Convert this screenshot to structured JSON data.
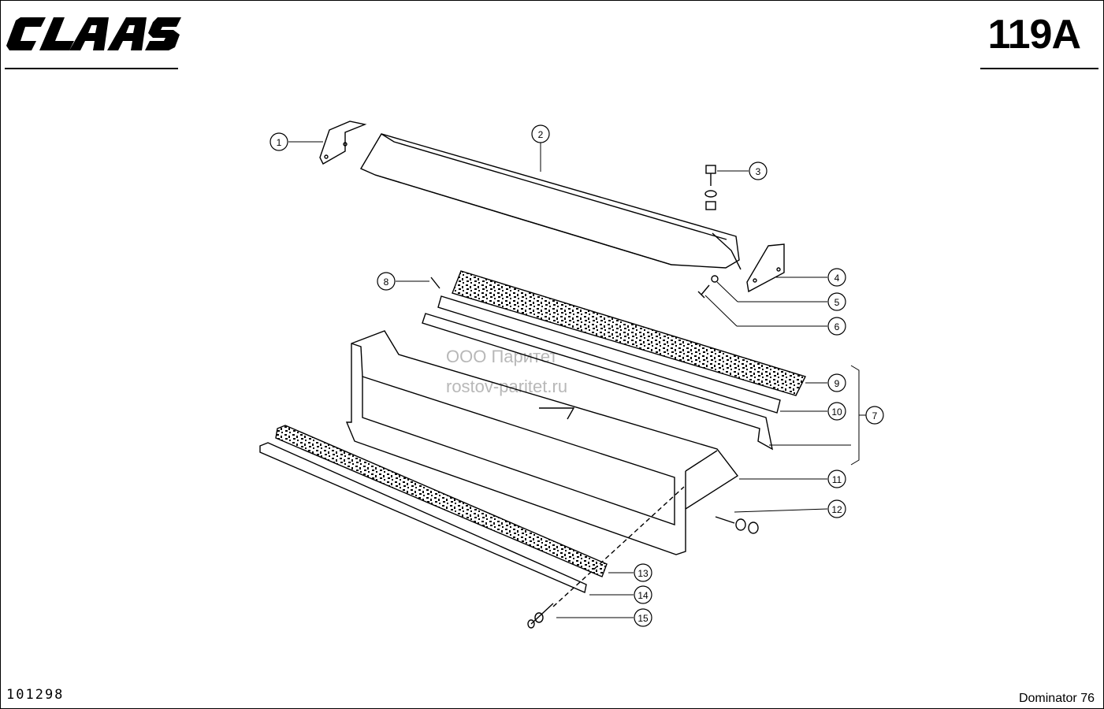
{
  "header": {
    "logo_text": "CLAAS",
    "page_number": "119A"
  },
  "footer": {
    "doc_number": "101298",
    "model": "Dominator 76"
  },
  "watermark": {
    "line1": "ООО Паритет",
    "line2": "rostov-paritet.ru"
  },
  "callouts": [
    "1",
    "2",
    "3",
    "4",
    "5",
    "6",
    "7",
    "8",
    "9",
    "10",
    "11",
    "12",
    "13",
    "14",
    "15"
  ]
}
